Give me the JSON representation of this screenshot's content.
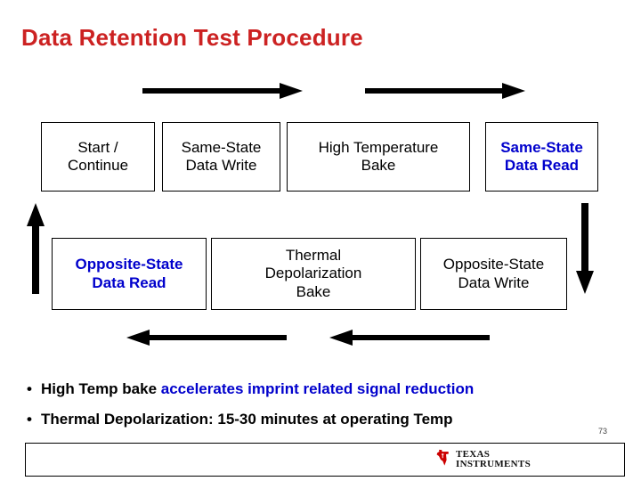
{
  "slide": {
    "title": "Data Retention Test Procedure",
    "title_color": "#cc2222",
    "page_number": "73"
  },
  "flow": {
    "row1": [
      {
        "id": "start-continue",
        "line1": "Start /",
        "line2": "Continue",
        "color": "#000000",
        "emphasis": false
      },
      {
        "id": "same-state-write",
        "line1": "Same-State",
        "line2": "Data Write",
        "color": "#000000",
        "emphasis": false
      },
      {
        "id": "high-temp-bake",
        "line1": "High Temperature",
        "line2": "Bake",
        "color": "#000000",
        "emphasis": false
      },
      {
        "id": "same-state-read",
        "line1": "Same-State",
        "line2": "Data Read",
        "color": "#0000cc",
        "emphasis": true
      }
    ],
    "row2": [
      {
        "id": "opposite-state-read",
        "line1": "Opposite-State",
        "line2": "Data Read",
        "line3": "",
        "color": "#0000cc",
        "emphasis": true
      },
      {
        "id": "thermal-depol-bake",
        "line1": "Thermal",
        "line2": "Depolarization",
        "line3": "Bake",
        "color": "#000000",
        "emphasis": false
      },
      {
        "id": "opposite-state-write",
        "line1": "Opposite-State",
        "line2": "Data Write",
        "line3": "",
        "color": "#000000",
        "emphasis": false
      }
    ],
    "arrows": [
      {
        "id": "arrow-top-1",
        "direction": "right"
      },
      {
        "id": "arrow-top-2",
        "direction": "right"
      },
      {
        "id": "arrow-right-down",
        "direction": "down"
      },
      {
        "id": "arrow-bottom-1",
        "direction": "left"
      },
      {
        "id": "arrow-bottom-2",
        "direction": "left"
      },
      {
        "id": "arrow-left-up",
        "direction": "up"
      }
    ]
  },
  "bullets": [
    {
      "marker": "•",
      "segments": [
        {
          "text": "High Temp bake ",
          "color": "#000000"
        },
        {
          "text": "accelerates imprint related signal reduction",
          "color": "#0000cc"
        }
      ]
    },
    {
      "marker": "•",
      "segments": [
        {
          "text": "Thermal Depolarization: 15-30 minutes at operating Temp",
          "color": "#000000"
        }
      ]
    }
  ],
  "footer": {
    "logo": {
      "icon": "texas-state-shape-icon",
      "icon_color": "#cc0000",
      "line1": "TEXAS",
      "line2": "INSTRUMENTS"
    }
  }
}
